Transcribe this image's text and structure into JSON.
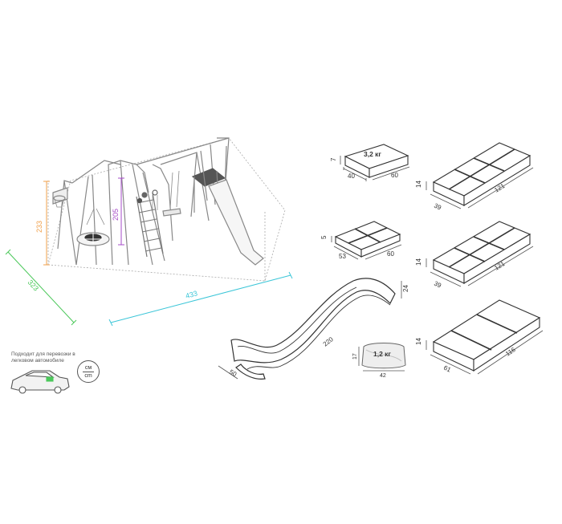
{
  "swing_set": {
    "height_basket": "233",
    "height_frame": "205",
    "depth": "323",
    "width": "433",
    "colors": {
      "height_basket": "#f0a04b",
      "height_frame": "#a64bc8",
      "depth": "#4bc85a",
      "width": "#3cc6d8"
    }
  },
  "transport_note": "Подходит для перевозки в легковом автомобиле",
  "units": {
    "top": "см",
    "bottom": "cm"
  },
  "packages": {
    "box1": {
      "weight": "3,2 кг",
      "h": "7",
      "w": "40",
      "d": "60"
    },
    "box2": {
      "h": "5",
      "w": "53",
      "d": "60"
    },
    "long1": {
      "h": "14",
      "w": "39",
      "d": "121"
    },
    "long2": {
      "h": "14",
      "w": "39",
      "d": "121"
    },
    "long3": {
      "h": "14",
      "w": "61",
      "d": "116"
    },
    "slide": {
      "w": "50",
      "len": "220",
      "h": "24"
    },
    "bag": {
      "weight": "1,2 кг",
      "h": "17",
      "w": "42"
    }
  }
}
